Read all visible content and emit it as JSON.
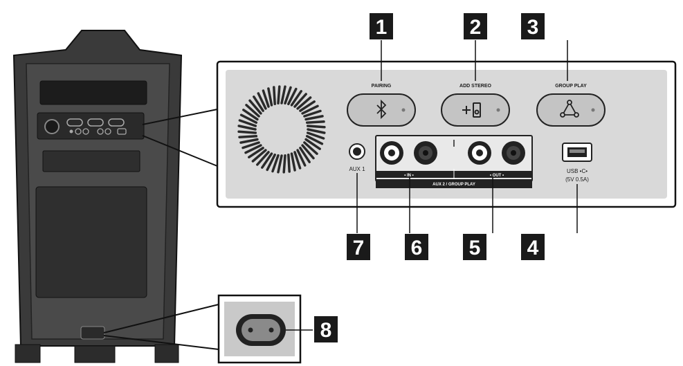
{
  "callouts": {
    "c1": "1",
    "c2": "2",
    "c3": "3",
    "c4": "4",
    "c5": "5",
    "c6": "6",
    "c7": "7",
    "c8": "8"
  },
  "panel": {
    "pairing_label": "PAIRING",
    "add_stereo_label": "ADD STEREO",
    "group_play_label": "GROUP PLAY",
    "aux1_label": "AUX 1",
    "in_label": "• IN •",
    "out_label": "• OUT •",
    "aux2_label": "AUX 2 / GROUP PLAY",
    "usb_label": "USB •C•",
    "usb_rating": "(5V 0.5A)"
  },
  "icons": {
    "pairing": "bluetooth-icon",
    "add_stereo": "add-speaker-icon",
    "group_play": "network-triangle-icon"
  },
  "colors": {
    "panel_fill": "#d9d9d9",
    "callout_box": "#1a1a1a",
    "speaker_body": "#3a3a3a"
  }
}
